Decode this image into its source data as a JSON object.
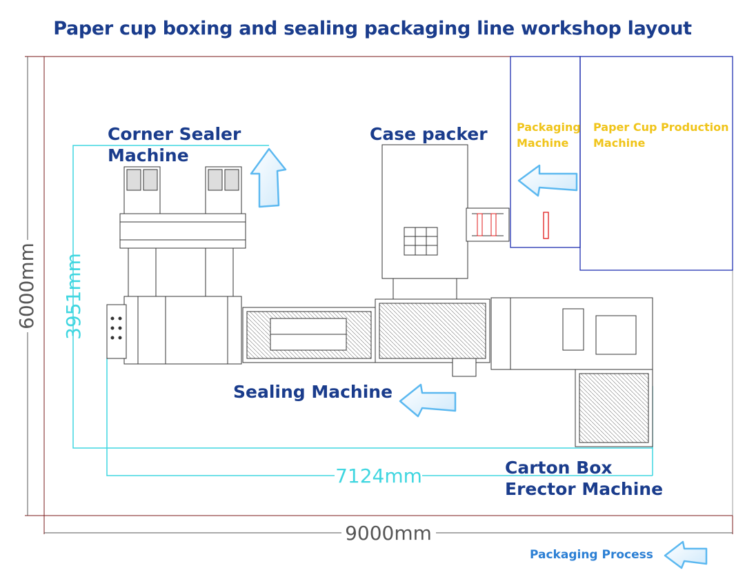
{
  "title": "Paper cup boxing and sealing packaging line workshop layout",
  "machines": {
    "corner_sealer": [
      "Corner Sealer",
      "Machine"
    ],
    "case_packer": "Case packer",
    "packaging_machine": [
      "Packaging",
      "Machine"
    ],
    "paper_cup_production": [
      "Paper Cup Production",
      "Machine"
    ],
    "sealing_machine": "Sealing Machine",
    "carton_erector": [
      "Carton Box",
      "Erector Machine"
    ]
  },
  "dimensions": {
    "overall_height": "6000mm",
    "overall_width": "9000mm",
    "line_height": "3951mm",
    "line_width": "7124mm"
  },
  "legend": {
    "label": "Packaging Process"
  },
  "colors": {
    "title": "#1a3c8c",
    "machine_label": "#1a3c8c",
    "yellow_label": "#f0c419",
    "cyan_dimension": "#3fd6e0",
    "frame_border": "#1f2fb0",
    "arrow": "#5bb8f0",
    "wall_border": "#7a1a1a"
  },
  "icons": {
    "flow_arrow": "hollow-arrow-icon"
  }
}
